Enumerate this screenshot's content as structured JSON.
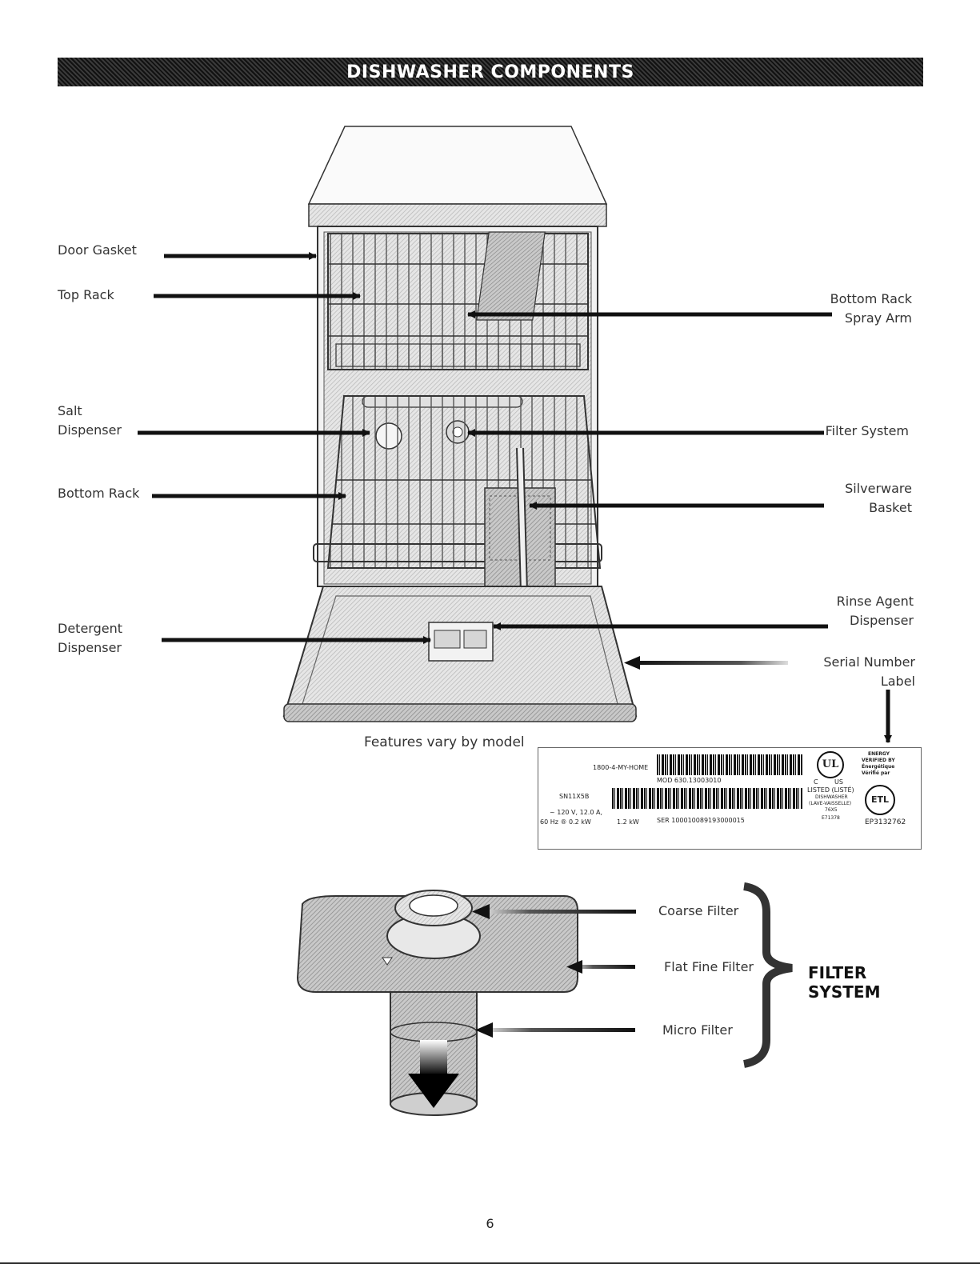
{
  "title": "DISHWASHER COMPONENTS",
  "labels": {
    "door_gasket": "Door Gasket",
    "top_rack": "Top Rack",
    "salt_dispenser": [
      "Salt",
      "Dispenser"
    ],
    "bottom_rack": "Bottom Rack",
    "detergent_dispenser": [
      "Detergent",
      "Dispenser"
    ],
    "bottom_rack_spray_arm": [
      "Bottom Rack",
      "Spray Arm"
    ],
    "filter_system": "Filter System",
    "silverware_basket": [
      "Silverware",
      "Basket"
    ],
    "rinse_agent_dispenser": [
      "Rinse Agent",
      "Dispenser"
    ],
    "serial_number_label": [
      "Serial Number",
      "Label"
    ]
  },
  "note": "Features vary by model",
  "serial_label": {
    "phone": "1800-4-MY-HOME",
    "mod": "MOD 630.13003010",
    "model_code": "SN11X5B",
    "rating_1": "~ 120 V, 12.0 A,",
    "rating_2": "60 Hz ® 0.2 kW",
    "rating_3": "1.2 kW",
    "ser": "SER 100010089193000015",
    "ul_c": "C",
    "ul_us": "US",
    "listed": "LISTED (LISTÉ)",
    "dishwasher": "DISHWASHER",
    "lave": "(LAVE-VAISSELLE)",
    "code_76x5": "76X5",
    "code_e71378": "E71378",
    "energy": [
      "ENERGY",
      "VERIFIED BY",
      "Énergétique",
      "Vérifié par"
    ],
    "ep_code": "EP3132762",
    "ul_logo": "UL",
    "etl_logo": "ETL"
  },
  "filter": {
    "coarse": "Coarse Filter",
    "flat_fine": "Flat Fine Filter",
    "micro": "Micro Filter",
    "title": [
      "FILTER",
      "SYSTEM"
    ]
  },
  "page_number": "6"
}
